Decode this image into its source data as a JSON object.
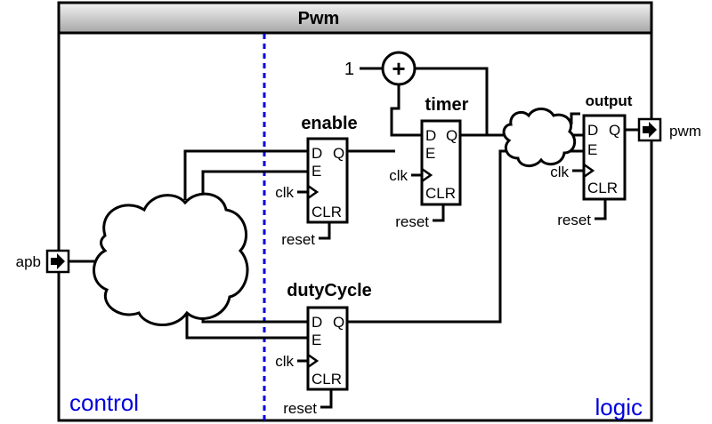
{
  "module": {
    "title": "Pwm"
  },
  "regions": {
    "left": "control",
    "right": "logic"
  },
  "ports": {
    "input": "apb",
    "output": "pwm"
  },
  "adder": {
    "operand": "1",
    "operator": "+"
  },
  "registers": {
    "enable": {
      "name": "enable",
      "d": "D",
      "q": "Q",
      "e": "E",
      "clk": "clk",
      "clr": "CLR",
      "reset": "reset"
    },
    "timer": {
      "name": "timer",
      "d": "D",
      "q": "Q",
      "e": "E",
      "clk": "clk",
      "clr": "CLR",
      "reset": "reset"
    },
    "dutyCycle": {
      "name": "dutyCycle",
      "d": "D",
      "q": "Q",
      "e": "E",
      "clk": "clk",
      "clr": "CLR",
      "reset": "reset"
    },
    "output": {
      "name": "output",
      "d": "D",
      "q": "Q",
      "e": "E",
      "clk": "clk",
      "clr": "CLR",
      "reset": "reset"
    }
  },
  "colors": {
    "divider": "#0000dd",
    "region_label": "#0000dd",
    "header_fill": "#bdbdbd"
  }
}
